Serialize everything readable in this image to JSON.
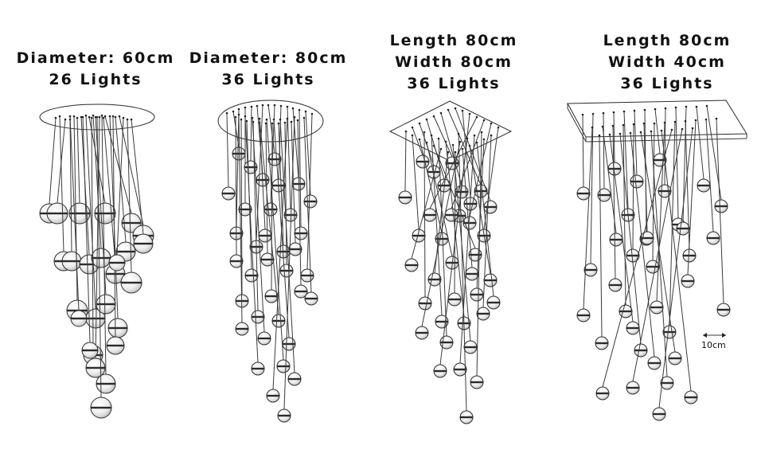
{
  "products": [
    {
      "lines": [
        "Diameter: 60cm",
        "26 Lights"
      ],
      "canopy": "round",
      "lights": 26
    },
    {
      "lines": [
        "Diameter: 80cm",
        "36 Lights"
      ],
      "canopy": "round",
      "lights": 36
    },
    {
      "lines": [
        "Length 80cm",
        "Width 80cm",
        "36 Lights"
      ],
      "canopy": "square",
      "lights": 36
    },
    {
      "lines": [
        "Length 80cm",
        "Width 40cm",
        "36 Lights"
      ],
      "canopy": "rectangle",
      "lights": 36
    }
  ],
  "scale_label": "10cm",
  "colors": {
    "line": "#3a3a3a",
    "ball_glass": "#e9e9e9",
    "ball_band": "#2b2b2b"
  }
}
